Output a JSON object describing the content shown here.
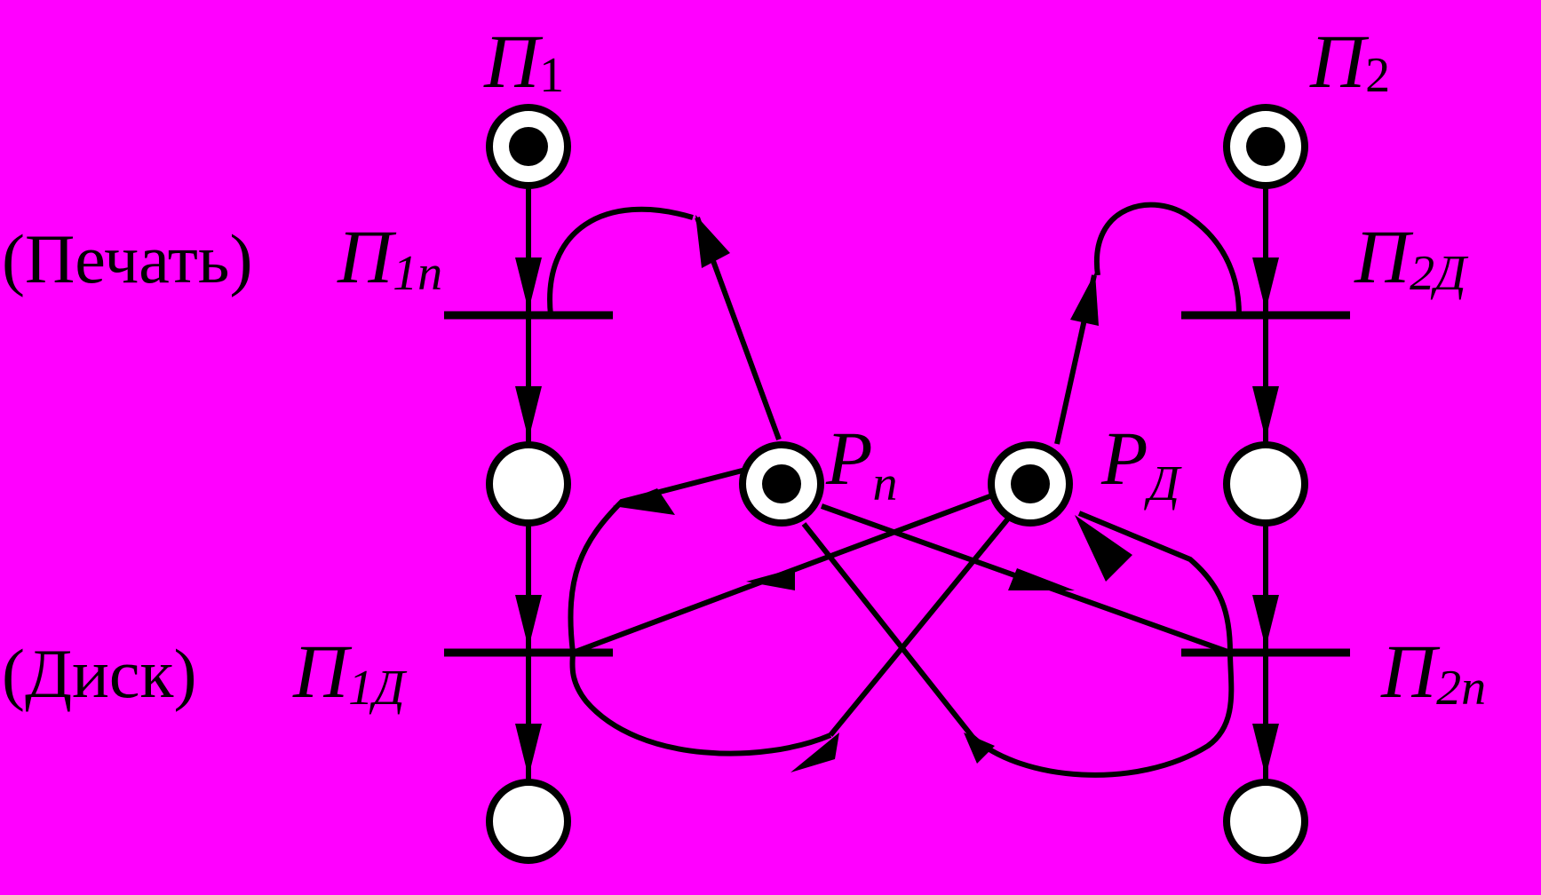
{
  "colors": {
    "background": "#ff00ff",
    "ink": "#000000",
    "place_fill": "#ffffff"
  },
  "labels": {
    "p1": {
      "main": "П",
      "sub": "1"
    },
    "p2": {
      "main": "П",
      "sub": "2"
    },
    "t1n": {
      "main": "П",
      "sub": "1n"
    },
    "t2d": {
      "main": "П",
      "sub": "2Д"
    },
    "t1d": {
      "main": "П",
      "sub": "1Д"
    },
    "t2n": {
      "main": "П",
      "sub": "2n"
    },
    "pn": {
      "main": "P",
      "sub": "n"
    },
    "pd": {
      "main": "P",
      "sub": "Д"
    }
  },
  "captions": {
    "print": "(Печать)",
    "disk": "(Диск)"
  },
  "places": [
    {
      "id": "p1",
      "tokens": 1
    },
    {
      "id": "p2",
      "tokens": 1
    },
    {
      "id": "p1-mid",
      "tokens": 0
    },
    {
      "id": "p2-mid",
      "tokens": 0
    },
    {
      "id": "p1-end",
      "tokens": 0
    },
    {
      "id": "p2-end",
      "tokens": 0
    },
    {
      "id": "pn",
      "tokens": 1
    },
    {
      "id": "pd",
      "tokens": 1
    }
  ]
}
